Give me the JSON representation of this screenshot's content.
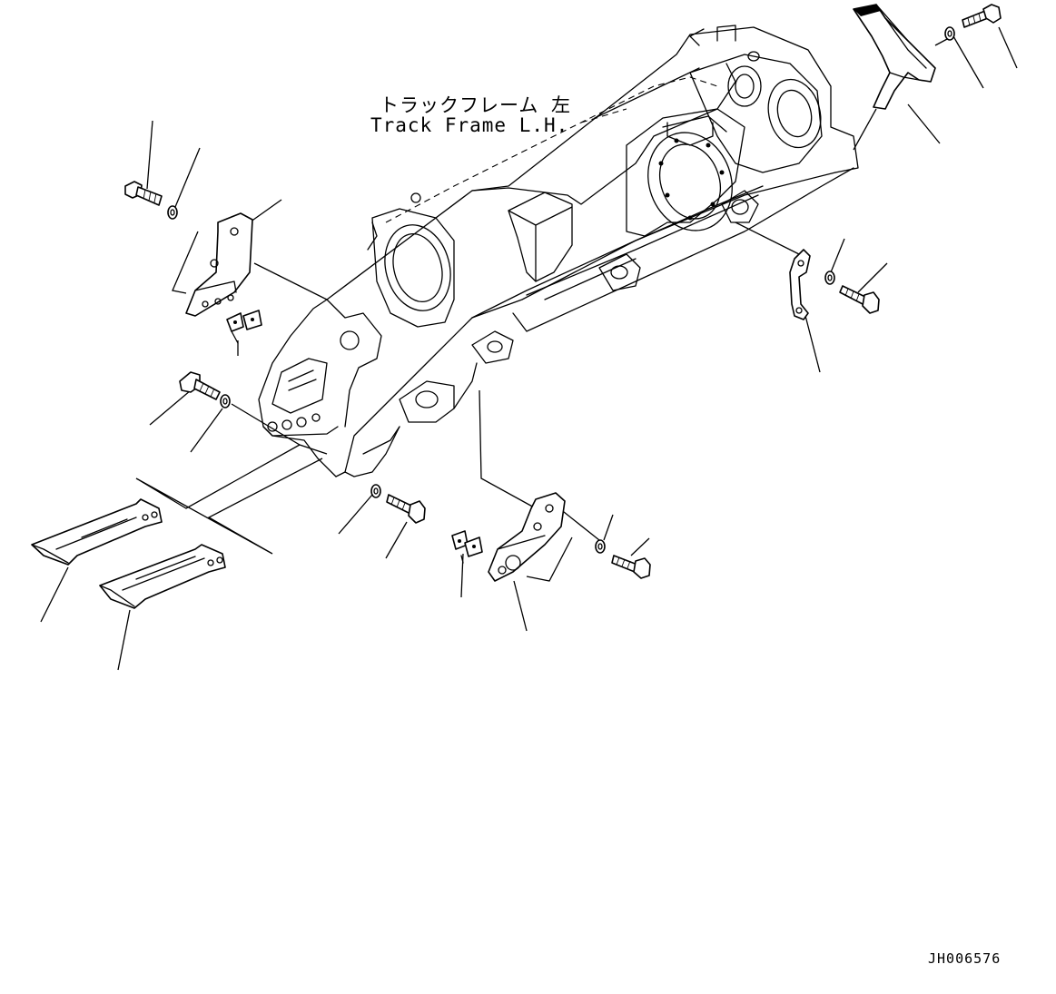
{
  "title": {
    "japanese": "トラックフレーム 左",
    "english": "Track Frame L.H."
  },
  "drawing_code": "JH006576"
}
